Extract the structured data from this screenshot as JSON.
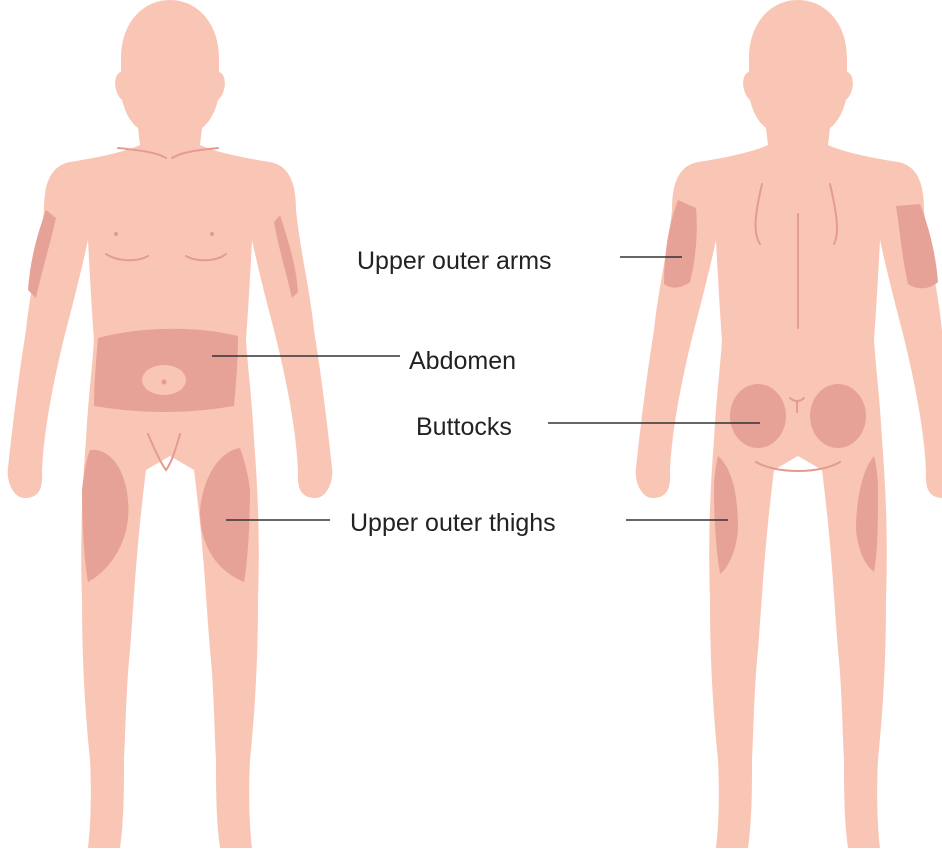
{
  "colors": {
    "skin": "#f9c6b6",
    "zone": "#e7a297",
    "detail": "#e39c8f",
    "leader": "#333333",
    "text": "#222222"
  },
  "labels": {
    "upper_outer_arms": "Upper outer arms",
    "abdomen": "Abdomen",
    "buttocks": "Buttocks",
    "upper_outer_thighs": "Upper outer thighs"
  }
}
